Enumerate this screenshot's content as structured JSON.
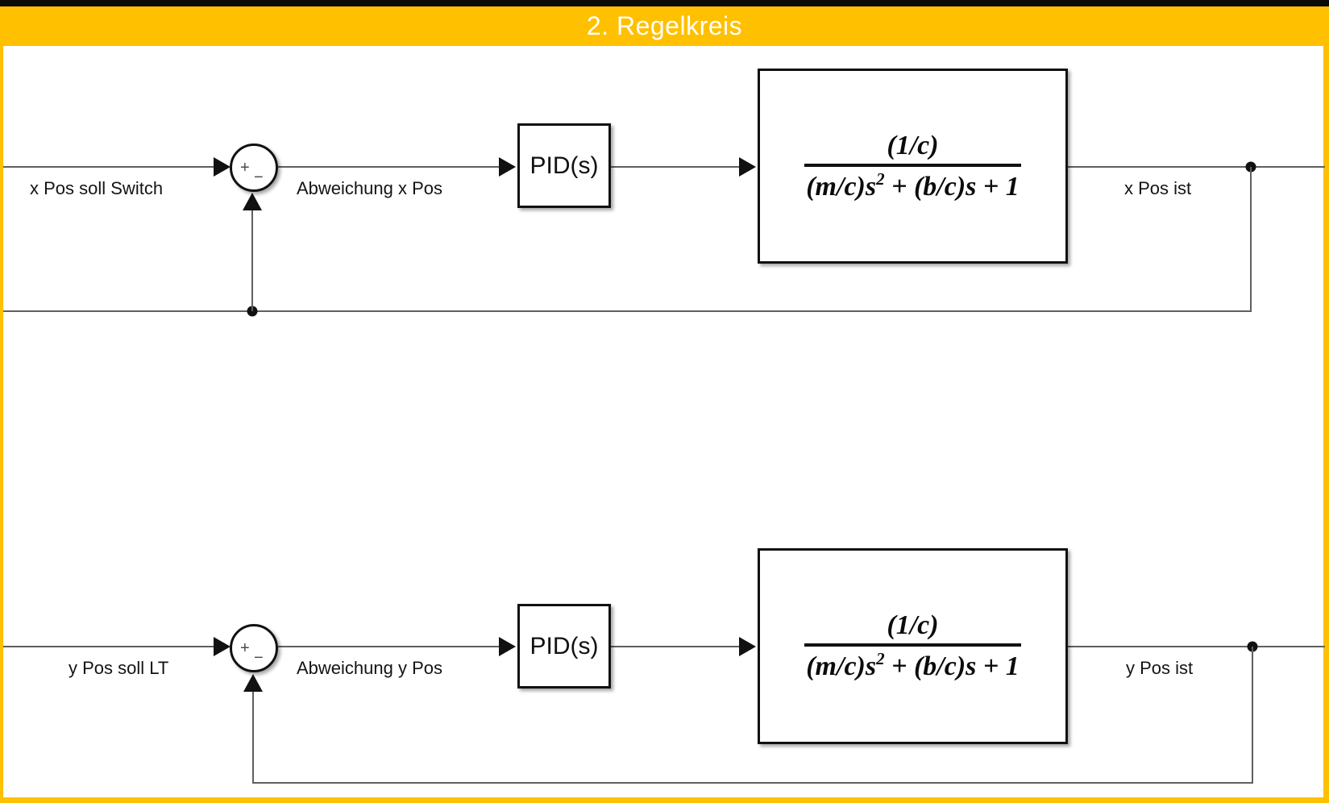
{
  "title_bar": {
    "label": "2. Regelkreis"
  },
  "colors": {
    "frame": "#FFC000",
    "top_strip": "#0A0A0A",
    "title_text": "#FFFFFF",
    "line": "#5F5F5F",
    "ink": "#111111"
  },
  "loops": {
    "x": {
      "setpoint_label": "x Pos soll Switch",
      "error_label": "Abweichung x Pos",
      "pid_label": "PID(s)",
      "sum_plus": "+",
      "sum_minus": "−",
      "tf_numerator": "(1/c)",
      "tf_den_pre": "(m/c)s",
      "tf_den_sup": "2",
      "tf_den_post": " + (b/c)s + 1",
      "output_label": "x Pos ist"
    },
    "y": {
      "setpoint_label": "y Pos soll LT",
      "error_label": "Abweichung y Pos",
      "pid_label": "PID(s)",
      "sum_plus": "+",
      "sum_minus": "−",
      "tf_numerator": "(1/c)",
      "tf_den_pre": "(m/c)s",
      "tf_den_sup": "2",
      "tf_den_post": " + (b/c)s + 1",
      "output_label": "y Pos ist"
    }
  }
}
